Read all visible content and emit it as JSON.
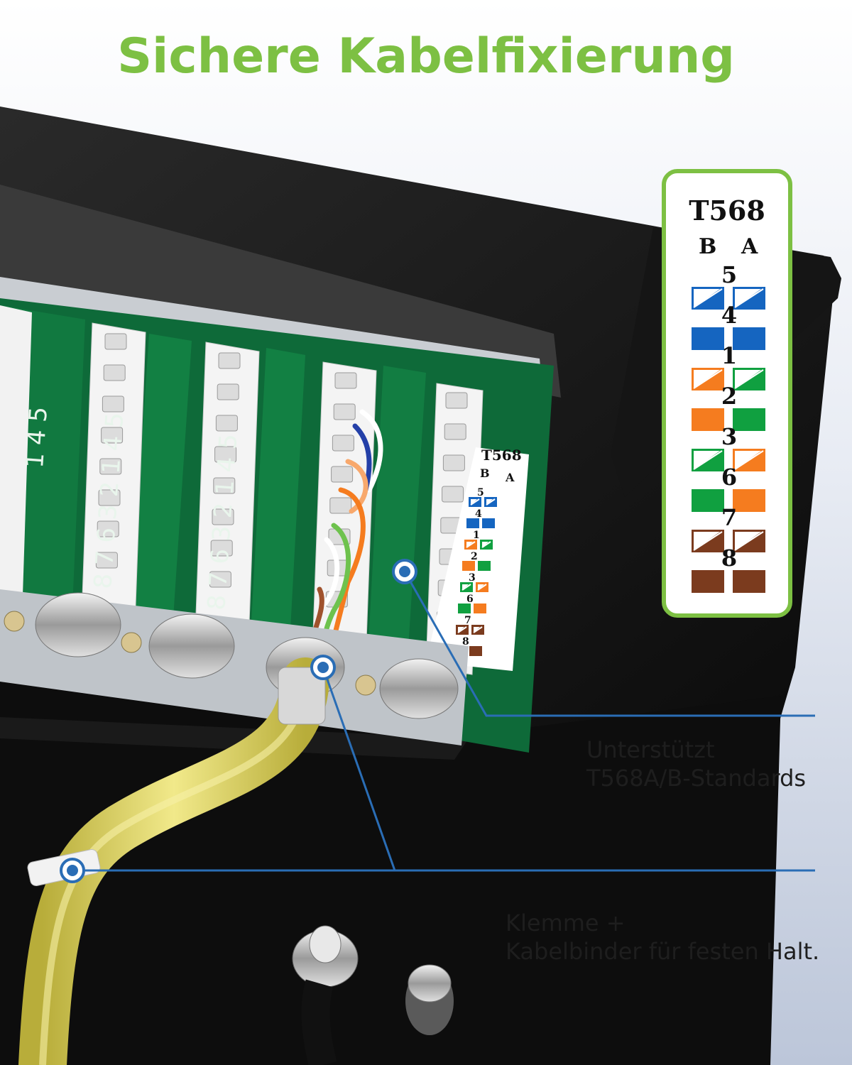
{
  "title": "Sichere Kabelfixierung",
  "callouts": {
    "standards": [
      "Unterstützt",
      "T568A/B-Standards"
    ],
    "clamp": [
      "Klemme +",
      "Kabelbinder für festen Halt."
    ]
  },
  "legend": {
    "title": "T568",
    "col_b": "B",
    "col_a": "A",
    "pins": [
      "5",
      "4",
      "1",
      "2",
      "3",
      "6",
      "7",
      "8"
    ]
  },
  "board": {
    "small_legend_title": "T568",
    "small_col_b": "B",
    "small_col_a": "A",
    "small_pins": [
      "5",
      "4",
      "1",
      "2",
      "3",
      "6",
      "7",
      "8"
    ],
    "module_labels": [
      "1 4 5",
      "8 7 6 3 2 1 4 5",
      "8 7 6 3 2 1 4 5"
    ]
  },
  "colors": {
    "accent_green": "#7dc043",
    "blue": "#1565c0",
    "orange": "#f57c1f",
    "green": "#10a040",
    "brown": "#7b3b1e",
    "pcb": "#0f6b3a",
    "cable": "#e6d95a",
    "callout_line": "#2a6db5"
  }
}
